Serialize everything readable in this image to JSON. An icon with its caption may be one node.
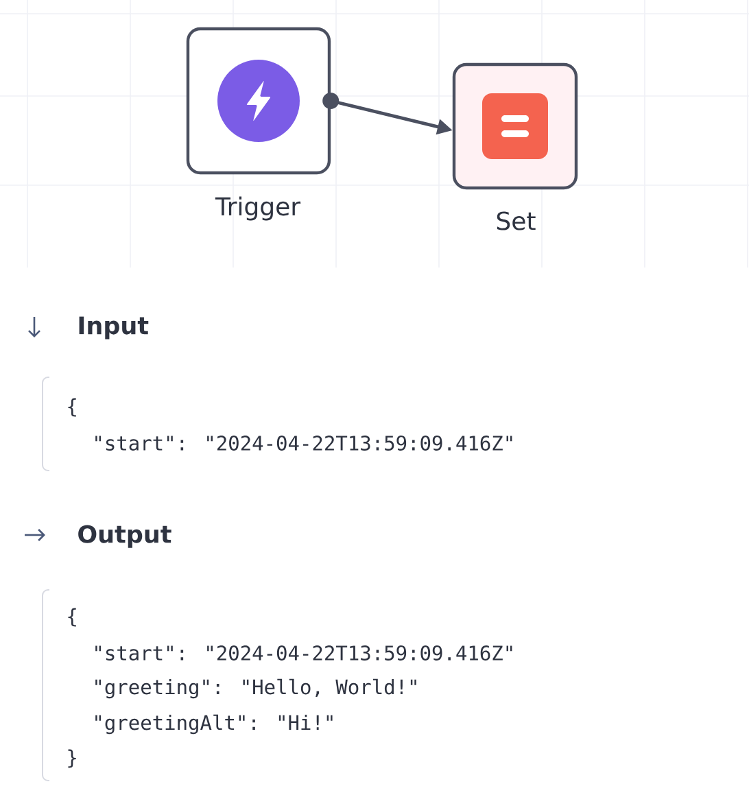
{
  "diagram": {
    "nodes": [
      {
        "text": [
          "Trigger"
        ]
      },
      {
        "text": [
          "Set"
        ]
      }
    ],
    "edges": [
      {
        "from": 0,
        "to": 1,
        "arrow": "to"
      }
    ],
    "labels": [
      "Input",
      "{",
      "\"start\": \"2024-04-22T13:59:09.416Z\"",
      "Output",
      "{",
      "\"start\": \"2024-04-22T13:59:09.416Z\"",
      "\"greeting\": \"Hello, World!\"",
      "\"greetingAlt\": \"Hi!\"",
      "}"
    ]
  }
}
